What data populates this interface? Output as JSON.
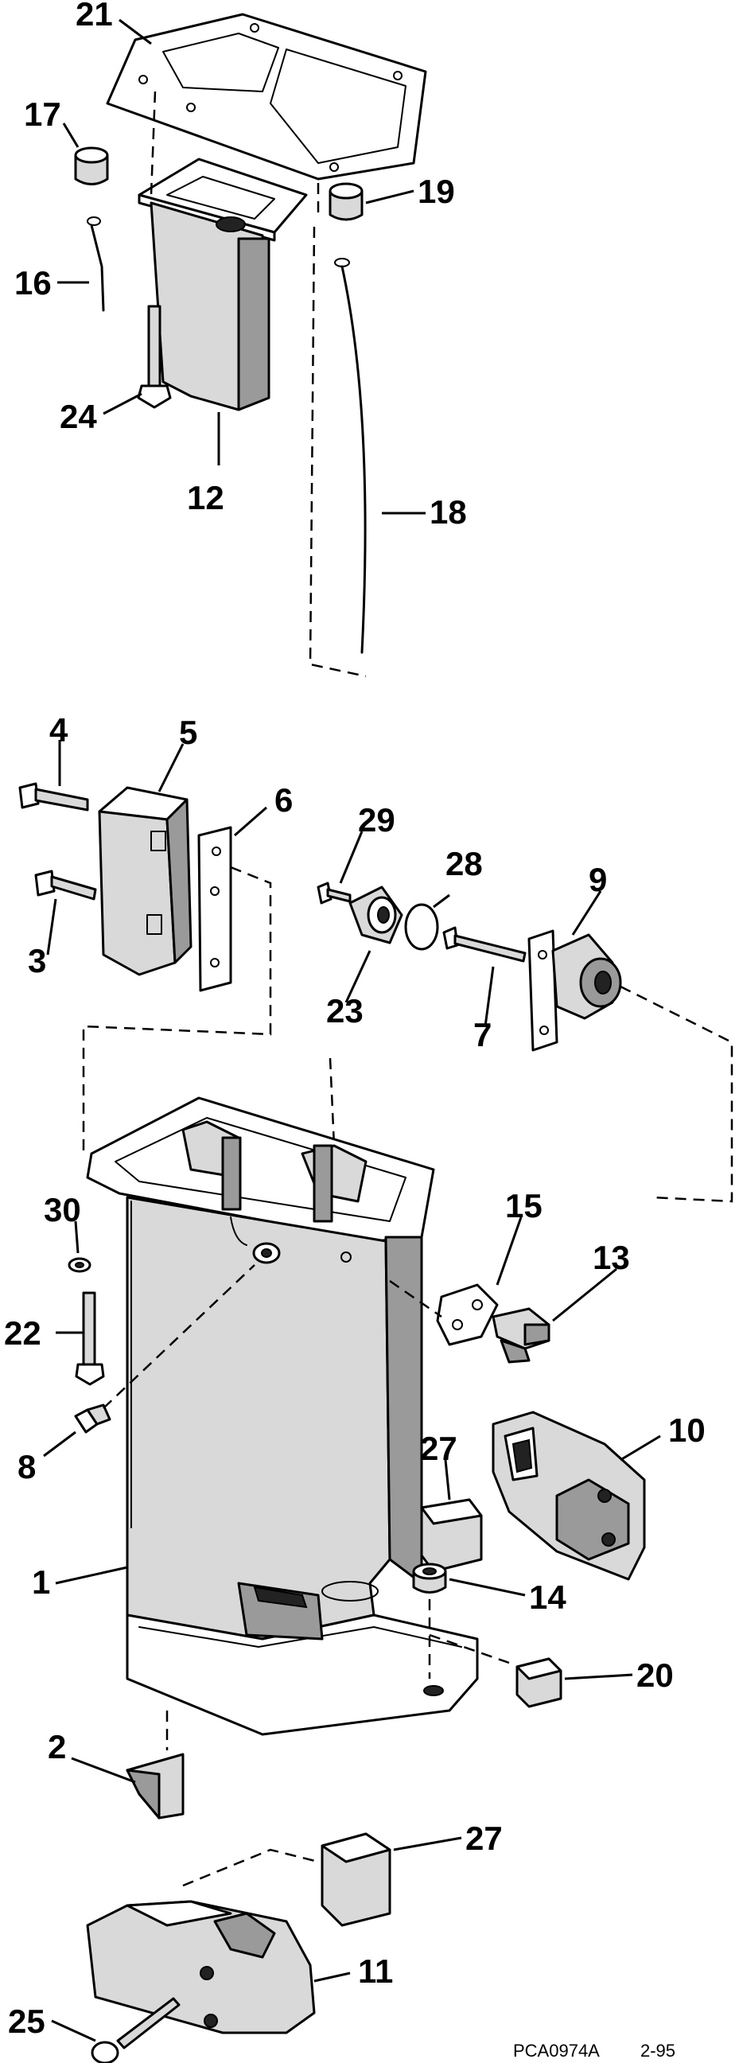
{
  "callouts": {
    "c1": "1",
    "c2": "2",
    "c3": "3",
    "c4": "4",
    "c5": "5",
    "c6": "6",
    "c7": "7",
    "c8": "8",
    "c9": "9",
    "c10": "10",
    "c11": "11",
    "c12": "12",
    "c13": "13",
    "c14": "14",
    "c15": "15",
    "c16": "16",
    "c17": "17",
    "c18": "18",
    "c19": "19",
    "c20": "20",
    "c21": "21",
    "c22": "22",
    "c23": "23",
    "c24": "24",
    "c25": "25",
    "c27a": "27",
    "c27b": "27",
    "c28": "28",
    "c29": "29",
    "c30": "30"
  },
  "footer": {
    "drawing_id": "PCA0974A",
    "date_code": "2-95"
  }
}
